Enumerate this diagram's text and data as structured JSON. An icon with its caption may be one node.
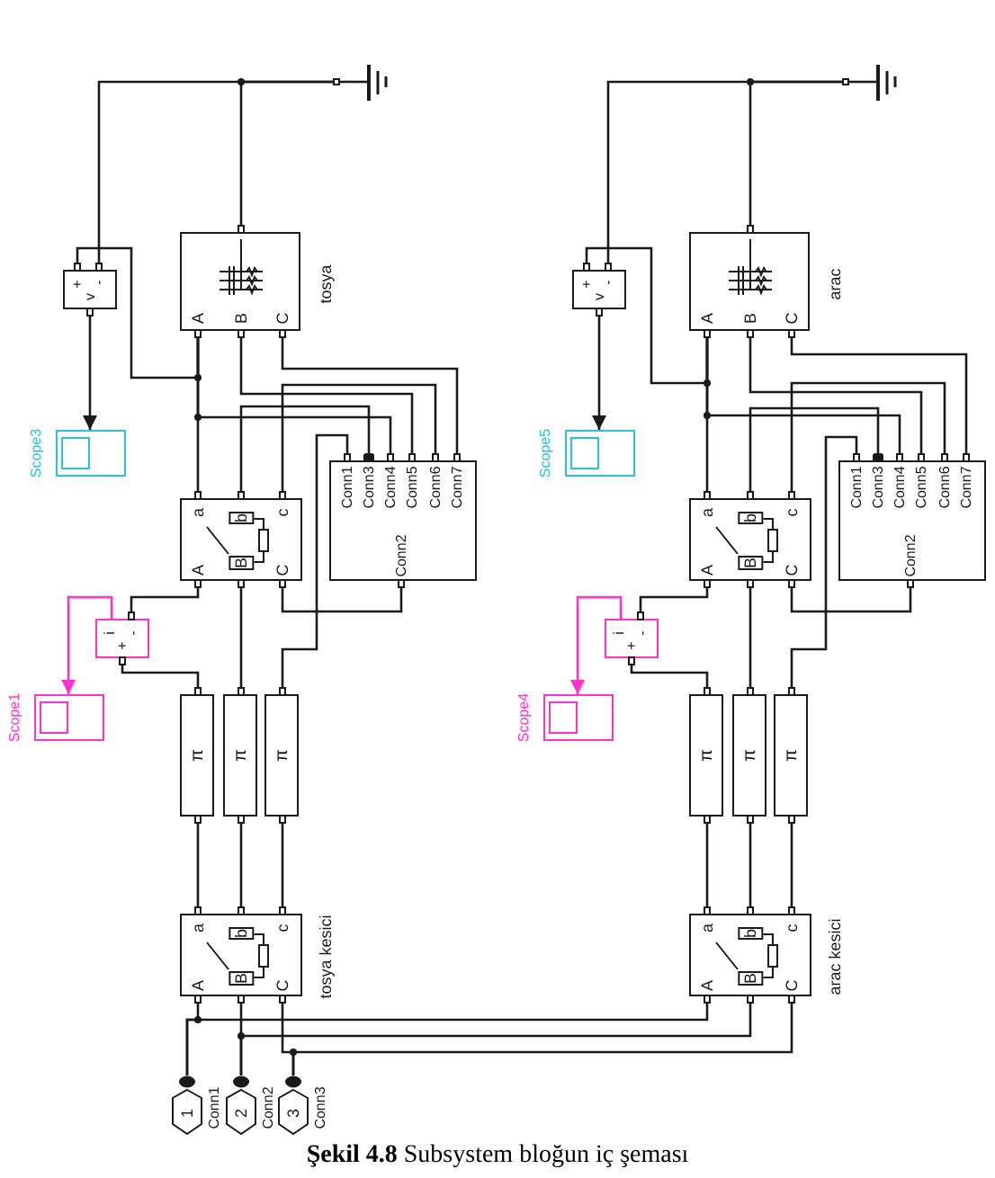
{
  "diagram": {
    "caption": "**Şekil 4.8** Subsystem bloğun iç şeması",
    "nodes": [
      {
        "text": [],
        "shape": "ground"
      },
      {
        "text": [
          "+",
          "-",
          "v"
        ]
      },
      {
        "text": [],
        "shape": "box",
        "beside": [
          "Scope3"
        ]
      },
      {
        "text": [
          "A",
          "B",
          "C"
        ],
        "beside": [
          "tosya"
        ]
      },
      {
        "text": [
          "a",
          "b",
          "c",
          "A",
          "B",
          "C"
        ]
      },
      {
        "text": [
          "Conn1",
          "Conn3",
          "Conn4",
          "Conn5",
          "Conn6",
          "Conn7",
          "Conn2"
        ]
      },
      {
        "text": [
          "i",
          "-",
          "+"
        ]
      },
      {
        "text": [],
        "shape": "box",
        "beside": [
          "Scope1"
        ]
      },
      {
        "text": [
          "π"
        ]
      },
      {
        "text": [
          "π"
        ]
      },
      {
        "text": [
          "π"
        ]
      },
      {
        "text": [
          "a",
          "b",
          "c",
          "A",
          "B",
          "C"
        ],
        "beside": [
          "tosya kesici"
        ]
      },
      {
        "text": [],
        "shape": "ground"
      },
      {
        "text": [
          "+",
          "-",
          "v"
        ]
      },
      {
        "text": [],
        "shape": "box",
        "beside": [
          "Scope5"
        ]
      },
      {
        "text": [
          "A",
          "B",
          "C"
        ],
        "beside": [
          "arac"
        ]
      },
      {
        "text": [
          "a",
          "b",
          "c",
          "A",
          "B",
          "C"
        ]
      },
      {
        "text": [
          "Conn1",
          "Conn3",
          "Conn4",
          "Conn5",
          "Conn6",
          "Conn7",
          "Conn2"
        ]
      },
      {
        "text": [
          "i",
          "-",
          "+"
        ]
      },
      {
        "text": [],
        "shape": "box",
        "beside": [
          "Scope4"
        ]
      },
      {
        "text": [
          "π"
        ]
      },
      {
        "text": [
          "π"
        ]
      },
      {
        "text": [
          "π"
        ]
      },
      {
        "text": [
          "a",
          "b",
          "c",
          "A",
          "B",
          "C"
        ],
        "beside": [
          "arac kesici"
        ]
      },
      {
        "text": [
          "1"
        ],
        "beside": [
          "Conn1"
        ]
      },
      {
        "text": [
          "2"
        ],
        "beside": [
          "Conn2"
        ]
      },
      {
        "text": [
          "3"
        ],
        "beside": [
          "Conn3"
        ]
      }
    ],
    "edges": [
      {
        "from": 0,
        "to": 1,
        "arrow": "none"
      },
      {
        "from": 0,
        "to": 3,
        "arrow": "none"
      },
      {
        "from": 1,
        "to": 2,
        "arrow": "to"
      },
      {
        "from": 1,
        "to": 3,
        "arrow": "none"
      },
      {
        "from": 3,
        "to": 4,
        "arrow": "none"
      },
      {
        "from": 3,
        "to": 5,
        "arrow": "none"
      },
      {
        "from": 3,
        "to": 5,
        "arrow": "none"
      },
      {
        "from": 3,
        "to": 5,
        "arrow": "none"
      },
      {
        "from": 4,
        "to": 5,
        "arrow": "none"
      },
      {
        "from": 4,
        "to": 5,
        "arrow": "none"
      },
      {
        "from": 5,
        "to": 10,
        "arrow": "none"
      },
      {
        "from": 5,
        "to": 4,
        "arrow": "none"
      },
      {
        "from": 4,
        "to": 6,
        "arrow": "none"
      },
      {
        "from": 6,
        "to": 8,
        "arrow": "none"
      },
      {
        "from": 6,
        "to": 7,
        "arrow": "to",
        "color": "#ff33cc"
      },
      {
        "from": 4,
        "to": 9,
        "arrow": "none"
      },
      {
        "from": 8,
        "to": 11,
        "arrow": "none"
      },
      {
        "from": 9,
        "to": 11,
        "arrow": "none"
      },
      {
        "from": 10,
        "to": 11,
        "arrow": "none"
      },
      {
        "from": 12,
        "to": 13,
        "arrow": "none"
      },
      {
        "from": 12,
        "to": 15,
        "arrow": "none"
      },
      {
        "from": 13,
        "to": 14,
        "arrow": "to"
      },
      {
        "from": 13,
        "to": 15,
        "arrow": "none"
      },
      {
        "from": 15,
        "to": 16,
        "arrow": "none"
      },
      {
        "from": 15,
        "to": 17,
        "arrow": "none"
      },
      {
        "from": 15,
        "to": 17,
        "arrow": "none"
      },
      {
        "from": 15,
        "to": 17,
        "arrow": "none"
      },
      {
        "from": 16,
        "to": 17,
        "arrow": "none"
      },
      {
        "from": 16,
        "to": 17,
        "arrow": "none"
      },
      {
        "from": 17,
        "to": 22,
        "arrow": "none"
      },
      {
        "from": 17,
        "to": 16,
        "arrow": "none"
      },
      {
        "from": 16,
        "to": 18,
        "arrow": "none"
      },
      {
        "from": 18,
        "to": 20,
        "arrow": "none"
      },
      {
        "from": 18,
        "to": 19,
        "arrow": "to",
        "color": "#ff33cc"
      },
      {
        "from": 16,
        "to": 21,
        "arrow": "none"
      },
      {
        "from": 20,
        "to": 23,
        "arrow": "none"
      },
      {
        "from": 21,
        "to": 23,
        "arrow": "none"
      },
      {
        "from": 22,
        "to": 23,
        "arrow": "none"
      },
      {
        "from": 24,
        "to": 11,
        "arrow": "none"
      },
      {
        "from": 24,
        "to": 23,
        "arrow": "none"
      },
      {
        "from": 25,
        "to": 11,
        "arrow": "none"
      },
      {
        "from": 25,
        "to": 23,
        "arrow": "none"
      },
      {
        "from": 26,
        "to": 11,
        "arrow": "none"
      },
      {
        "from": 26,
        "to": 23,
        "arrow": "none"
      }
    ]
  }
}
